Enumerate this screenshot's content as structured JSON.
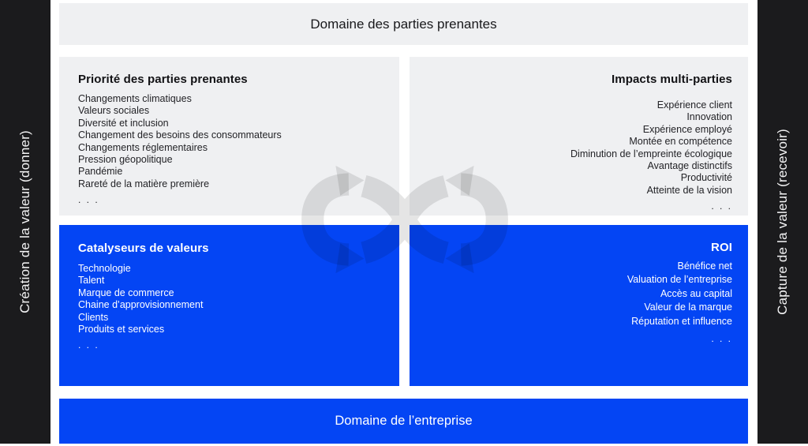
{
  "colors": {
    "accent_blue": "#0445f4",
    "panel_gray": "#eff0f2",
    "bar_black": "#1b1b1d",
    "text_dark": "#18181b",
    "text_light": "#ffffff"
  },
  "left_bar": {
    "label": "Création de la valeur (donner)"
  },
  "right_bar": {
    "label": "Capture de la valeur (recevoir)"
  },
  "header": {
    "title": "Domaine des parties prenantes"
  },
  "footer": {
    "title": "Domaine de l’entreprise"
  },
  "quadrants": {
    "stakeholder_priorities": {
      "title": "Priorité des parties prenantes",
      "items": [
        "Changements climatiques",
        "Valeurs sociales",
        "Diversité et inclusion",
        "Changement des besoins des consommateurs",
        "Changements réglementaires",
        "Pression géopolitique",
        "Pandémie",
        "Rareté de la matière première"
      ],
      "ellipsis": ". . ."
    },
    "multi_party_impacts": {
      "title": "Impacts multi-parties",
      "items": [
        "Expérience client",
        "Innovation",
        "Expérience employé",
        "Montée en compétence",
        "Diminution de l’empreinte écologique",
        "Avantage distinctifs",
        "Productivité",
        "Atteinte de la vision"
      ],
      "ellipsis": ". . ."
    },
    "value_catalysts": {
      "title": "Catalyseurs de valeurs",
      "items": [
        "Technologie",
        "Talent",
        "Marque de commerce",
        "Chaine d’approvisionnement",
        "Clients",
        "Produits et services"
      ],
      "ellipsis": ". . ."
    },
    "roi": {
      "title": "ROI",
      "items": [
        "Bénéfice net",
        "Valuation de l’entreprise",
        "Accès au capital",
        "Valeur de la marque",
        "Réputation et influence"
      ],
      "ellipsis": ". . ."
    }
  },
  "watermark": {
    "icon": "infinity-icon"
  }
}
